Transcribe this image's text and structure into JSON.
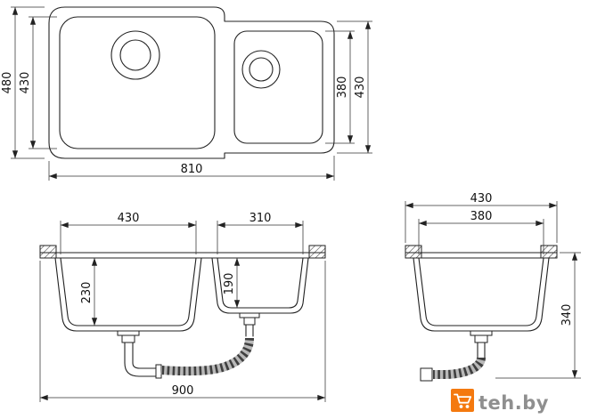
{
  "colors": {
    "accent_orange": "#f4790f",
    "watermark_text": "#8f8f8f",
    "line": "#222222"
  },
  "top_view": {
    "overall_height_mm": "480",
    "left_bowl_height_mm": "430",
    "right_bowl_height_mm": "380",
    "right_section_height_mm": "430",
    "overall_width_mm": "810"
  },
  "front_view": {
    "left_bowl_width_mm": "430",
    "right_bowl_width_mm": "310",
    "left_bowl_depth_mm": "230",
    "right_bowl_depth_mm": "190",
    "overall_width_mm": "900"
  },
  "side_view": {
    "overall_width_mm": "430",
    "bowl_width_mm": "380",
    "overall_depth_mm": "340"
  },
  "watermark": {
    "text": "teh.by"
  }
}
